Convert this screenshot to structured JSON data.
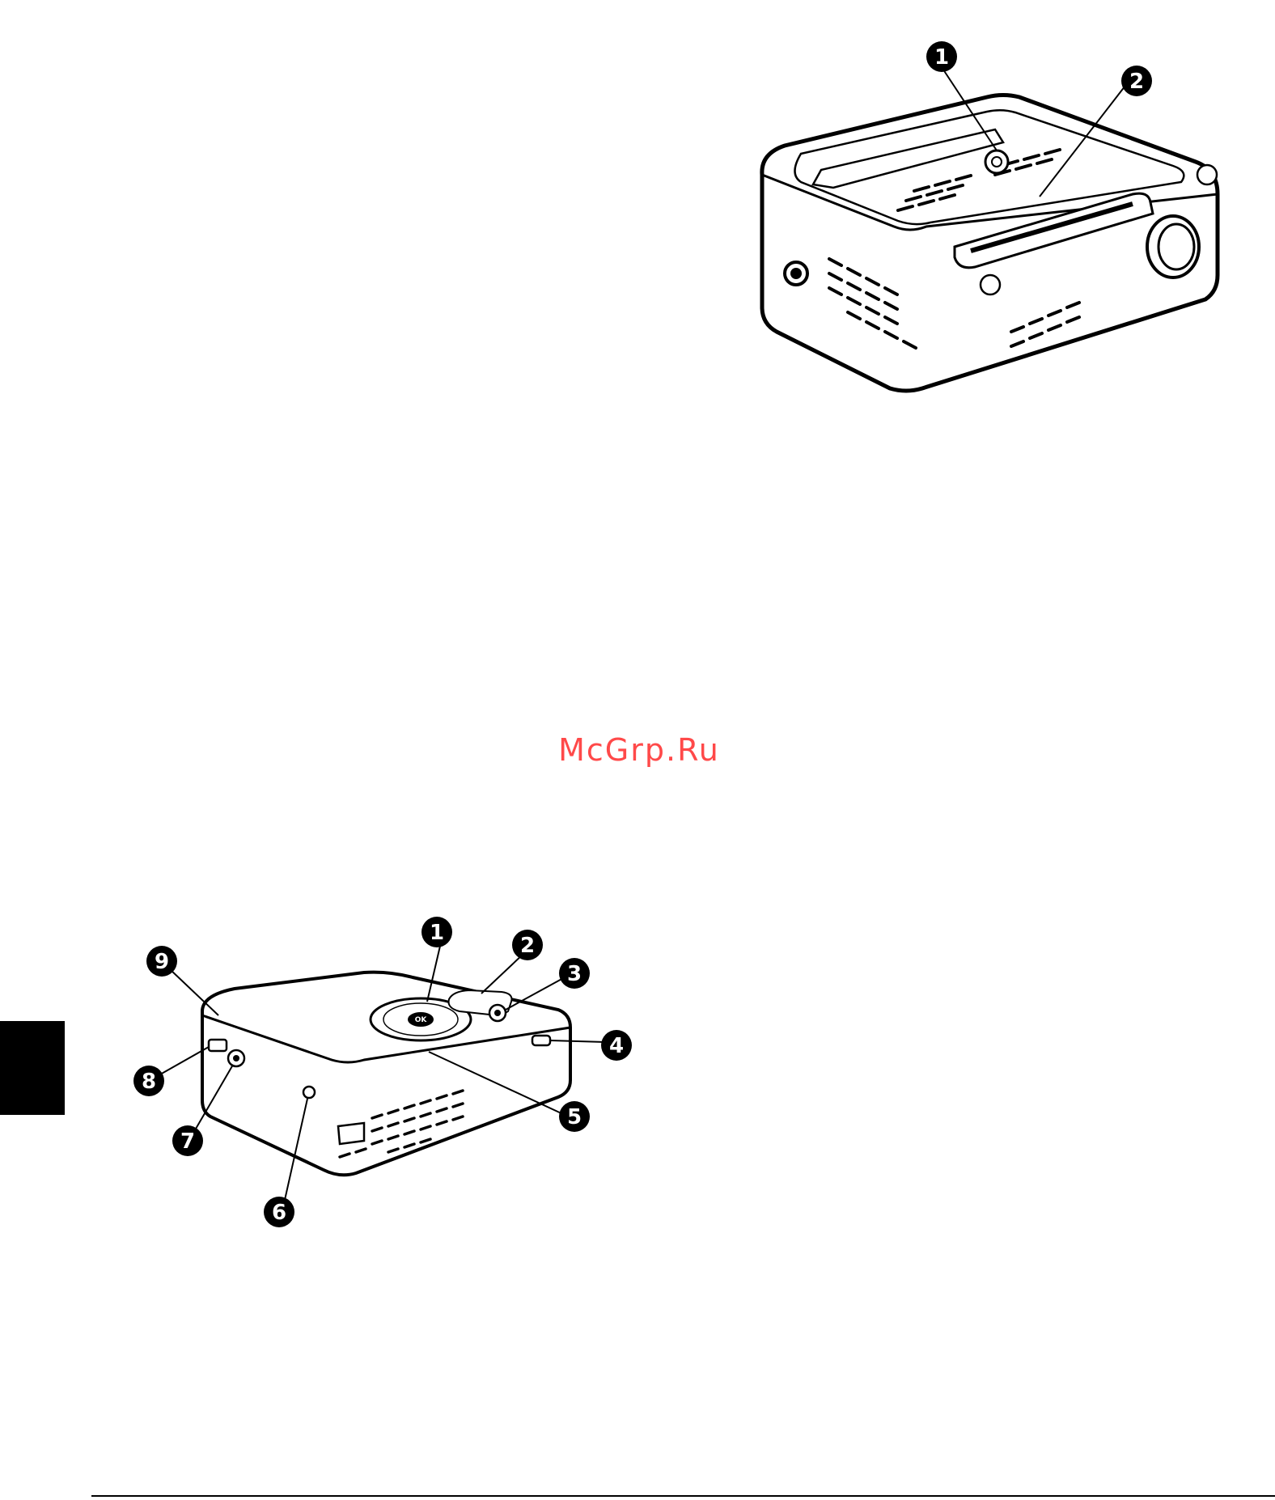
{
  "watermark": "McGrp.Ru",
  "figure_top": {
    "callouts": [
      "1",
      "2"
    ]
  },
  "figure_bottom": {
    "callouts": [
      "1",
      "2",
      "3",
      "4",
      "5",
      "6",
      "7",
      "8",
      "9"
    ],
    "button_label": "OK"
  },
  "colors": {
    "watermark": "#ff4949",
    "ink": "#000000",
    "page": "#ffffff"
  }
}
